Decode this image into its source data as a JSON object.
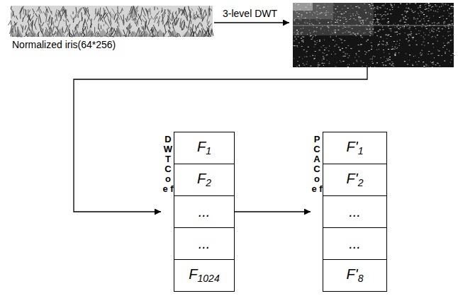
{
  "diagram": {
    "nodes": [
      {
        "text": [
          "Normalized iris(64*256)"
        ]
      },
      {
        "text": [
          "D W T C o e f"
        ]
      },
      {
        "text": [
          "F1"
        ],
        "in": 1
      },
      {
        "text": [
          "F2"
        ],
        "in": 1
      },
      {
        "text": [
          "..."
        ],
        "in": 1
      },
      {
        "text": [
          "..."
        ],
        "in": 1
      },
      {
        "text": [
          "F1024"
        ],
        "in": 1
      },
      {
        "text": [
          "P C A C o e f"
        ]
      },
      {
        "text": [
          "F'1"
        ],
        "in": 7
      },
      {
        "text": [
          "F'2"
        ],
        "in": 7
      },
      {
        "text": [
          "..."
        ],
        "in": 7
      },
      {
        "text": [
          "..."
        ],
        "in": 7
      },
      {
        "text": [
          "F'8"
        ],
        "in": 7
      }
    ],
    "edges": [
      {
        "from": 1,
        "to": 7,
        "arrow": "to"
      }
    ],
    "labels": [
      "3-level DWT"
    ]
  }
}
